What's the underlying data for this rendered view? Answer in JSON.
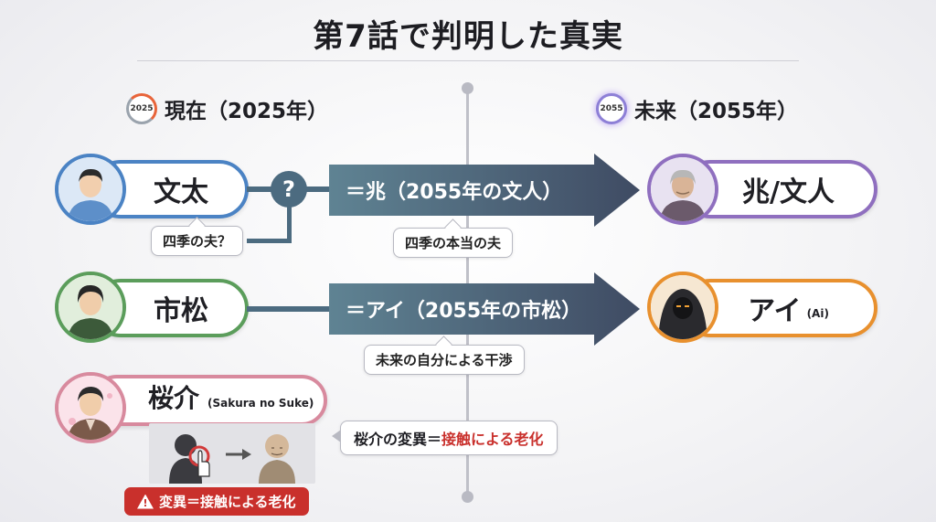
{
  "title": "第7話で判明した真実",
  "eras": {
    "now": {
      "clock": "2025",
      "label": "現在（2025年）"
    },
    "future": {
      "clock": "2055",
      "label": "未来（2055年）"
    }
  },
  "rows": {
    "bunta": {
      "name": "文太",
      "callout": "四季の夫？",
      "question": "?",
      "arrow": "＝兆（2055年の文人）",
      "arrow_callout": "四季の本当の夫",
      "future_name": "兆/文人"
    },
    "ichimatsu": {
      "name": "市松",
      "arrow": "＝アイ（2055年の市松）",
      "arrow_callout": "未来の自分による干渉",
      "future_name": "アイ",
      "future_small": "(Ai)"
    },
    "sakura": {
      "name": "桜介",
      "name_small": "(Sakura no Suke)",
      "warning_icon": "!",
      "warning": "変異＝接触による老化",
      "callout_prefix": "桜介の変異＝",
      "callout_highlight": "接触による老化"
    }
  },
  "colors": {
    "blue": "#4b83c4",
    "green": "#5b9d5b",
    "pink": "#d88a9e",
    "purple": "#8f6fbf",
    "orange": "#e8902e",
    "arrow": "#4a5a6c",
    "red": "#c9302c"
  },
  "icons": [
    "clock-icon",
    "person-icon",
    "elder-icon",
    "hooded-figure-icon",
    "hand-touch-icon",
    "arrow-right-icon",
    "warning-icon"
  ]
}
